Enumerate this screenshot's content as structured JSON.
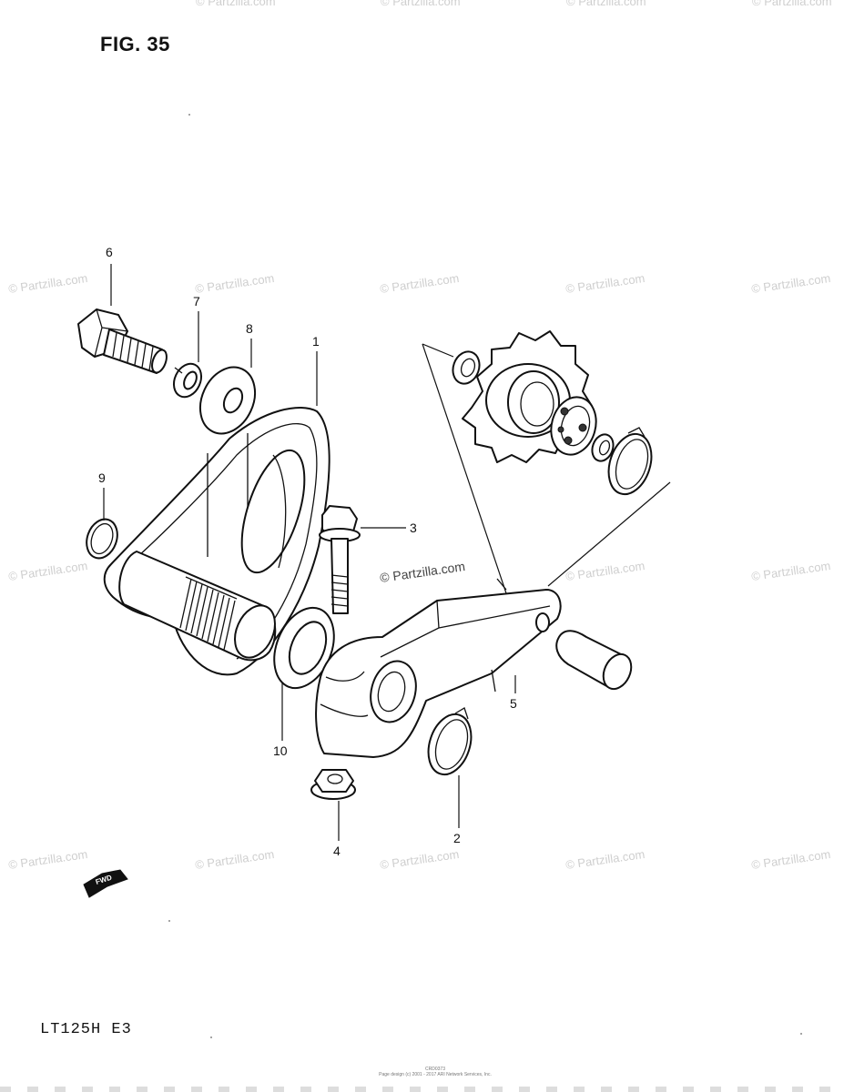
{
  "figure": {
    "title": "FIG. 35",
    "model": "LT125H E3"
  },
  "callouts": {
    "c1": "1",
    "c2": "2",
    "c3": "3",
    "c4": "4",
    "c5": "5",
    "c6": "6",
    "c7": "7",
    "c8": "8",
    "c9": "9",
    "c10": "10"
  },
  "fwd_label": "FWD",
  "watermark": {
    "text": "© Partzilla.com"
  },
  "footer": {
    "code": "CRD0373",
    "credit": "Page design (c) 2001 - 2017 ARI Network Services, Inc."
  }
}
